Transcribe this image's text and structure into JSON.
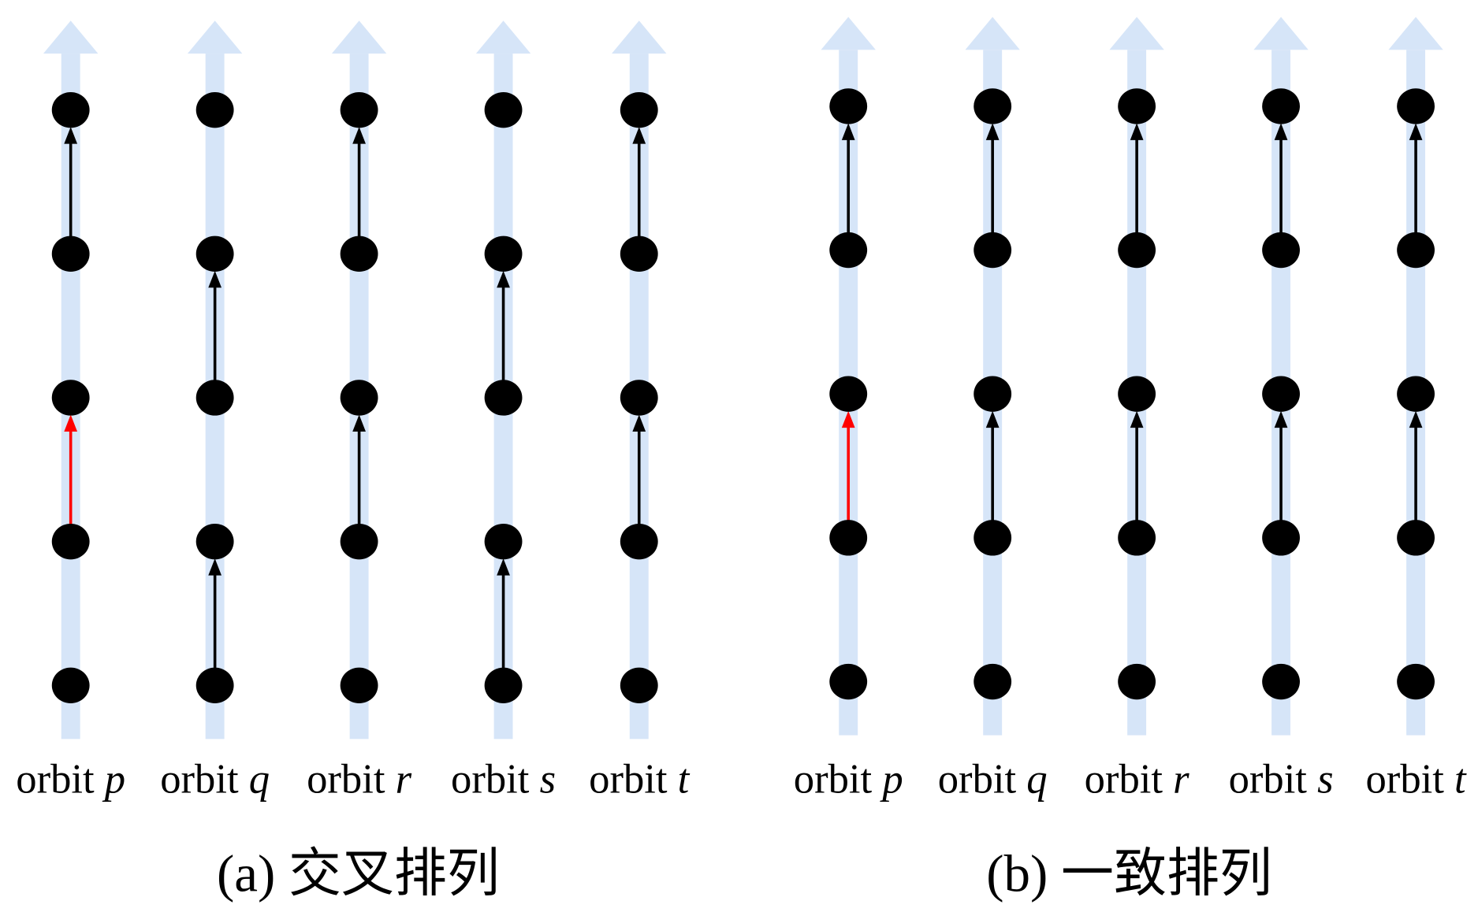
{
  "colors": {
    "track": "#d6e5f8",
    "node": "#000000",
    "arrow": "#000000",
    "highlight": "#ff0000"
  },
  "panels": [
    {
      "caption": "(a) 交叉排列",
      "orbits": [
        {
          "prefix": "orbit",
          "name": "p",
          "arrows": [
            {
              "from": 1,
              "to": 2,
              "highlight": true
            },
            {
              "from": 3,
              "to": 4,
              "highlight": false
            }
          ]
        },
        {
          "prefix": "orbit",
          "name": "q",
          "arrows": [
            {
              "from": 0,
              "to": 1,
              "highlight": false
            },
            {
              "from": 2,
              "to": 3,
              "highlight": false
            }
          ]
        },
        {
          "prefix": "orbit",
          "name": "r",
          "arrows": [
            {
              "from": 1,
              "to": 2,
              "highlight": false
            },
            {
              "from": 3,
              "to": 4,
              "highlight": false
            }
          ]
        },
        {
          "prefix": "orbit",
          "name": "s",
          "arrows": [
            {
              "from": 0,
              "to": 1,
              "highlight": false
            },
            {
              "from": 2,
              "to": 3,
              "highlight": false
            }
          ]
        },
        {
          "prefix": "orbit",
          "name": "t",
          "arrows": [
            {
              "from": 1,
              "to": 2,
              "highlight": false
            },
            {
              "from": 3,
              "to": 4,
              "highlight": false
            }
          ]
        }
      ]
    },
    {
      "caption": "(b) 一致排列",
      "orbits": [
        {
          "prefix": "orbit",
          "name": "p",
          "arrows": [
            {
              "from": 1,
              "to": 2,
              "highlight": true
            },
            {
              "from": 3,
              "to": 4,
              "highlight": false
            }
          ]
        },
        {
          "prefix": "orbit",
          "name": "q",
          "arrows": [
            {
              "from": 1,
              "to": 2,
              "highlight": false
            },
            {
              "from": 3,
              "to": 4,
              "highlight": false
            }
          ]
        },
        {
          "prefix": "orbit",
          "name": "r",
          "arrows": [
            {
              "from": 1,
              "to": 2,
              "highlight": false
            },
            {
              "from": 3,
              "to": 4,
              "highlight": false
            }
          ]
        },
        {
          "prefix": "orbit",
          "name": "s",
          "arrows": [
            {
              "from": 1,
              "to": 2,
              "highlight": false
            },
            {
              "from": 3,
              "to": 4,
              "highlight": false
            }
          ]
        },
        {
          "prefix": "orbit",
          "name": "t",
          "arrows": [
            {
              "from": 1,
              "to": 2,
              "highlight": false
            },
            {
              "from": 3,
              "to": 4,
              "highlight": false
            }
          ]
        }
      ]
    }
  ],
  "nodes_per_orbit": 5
}
